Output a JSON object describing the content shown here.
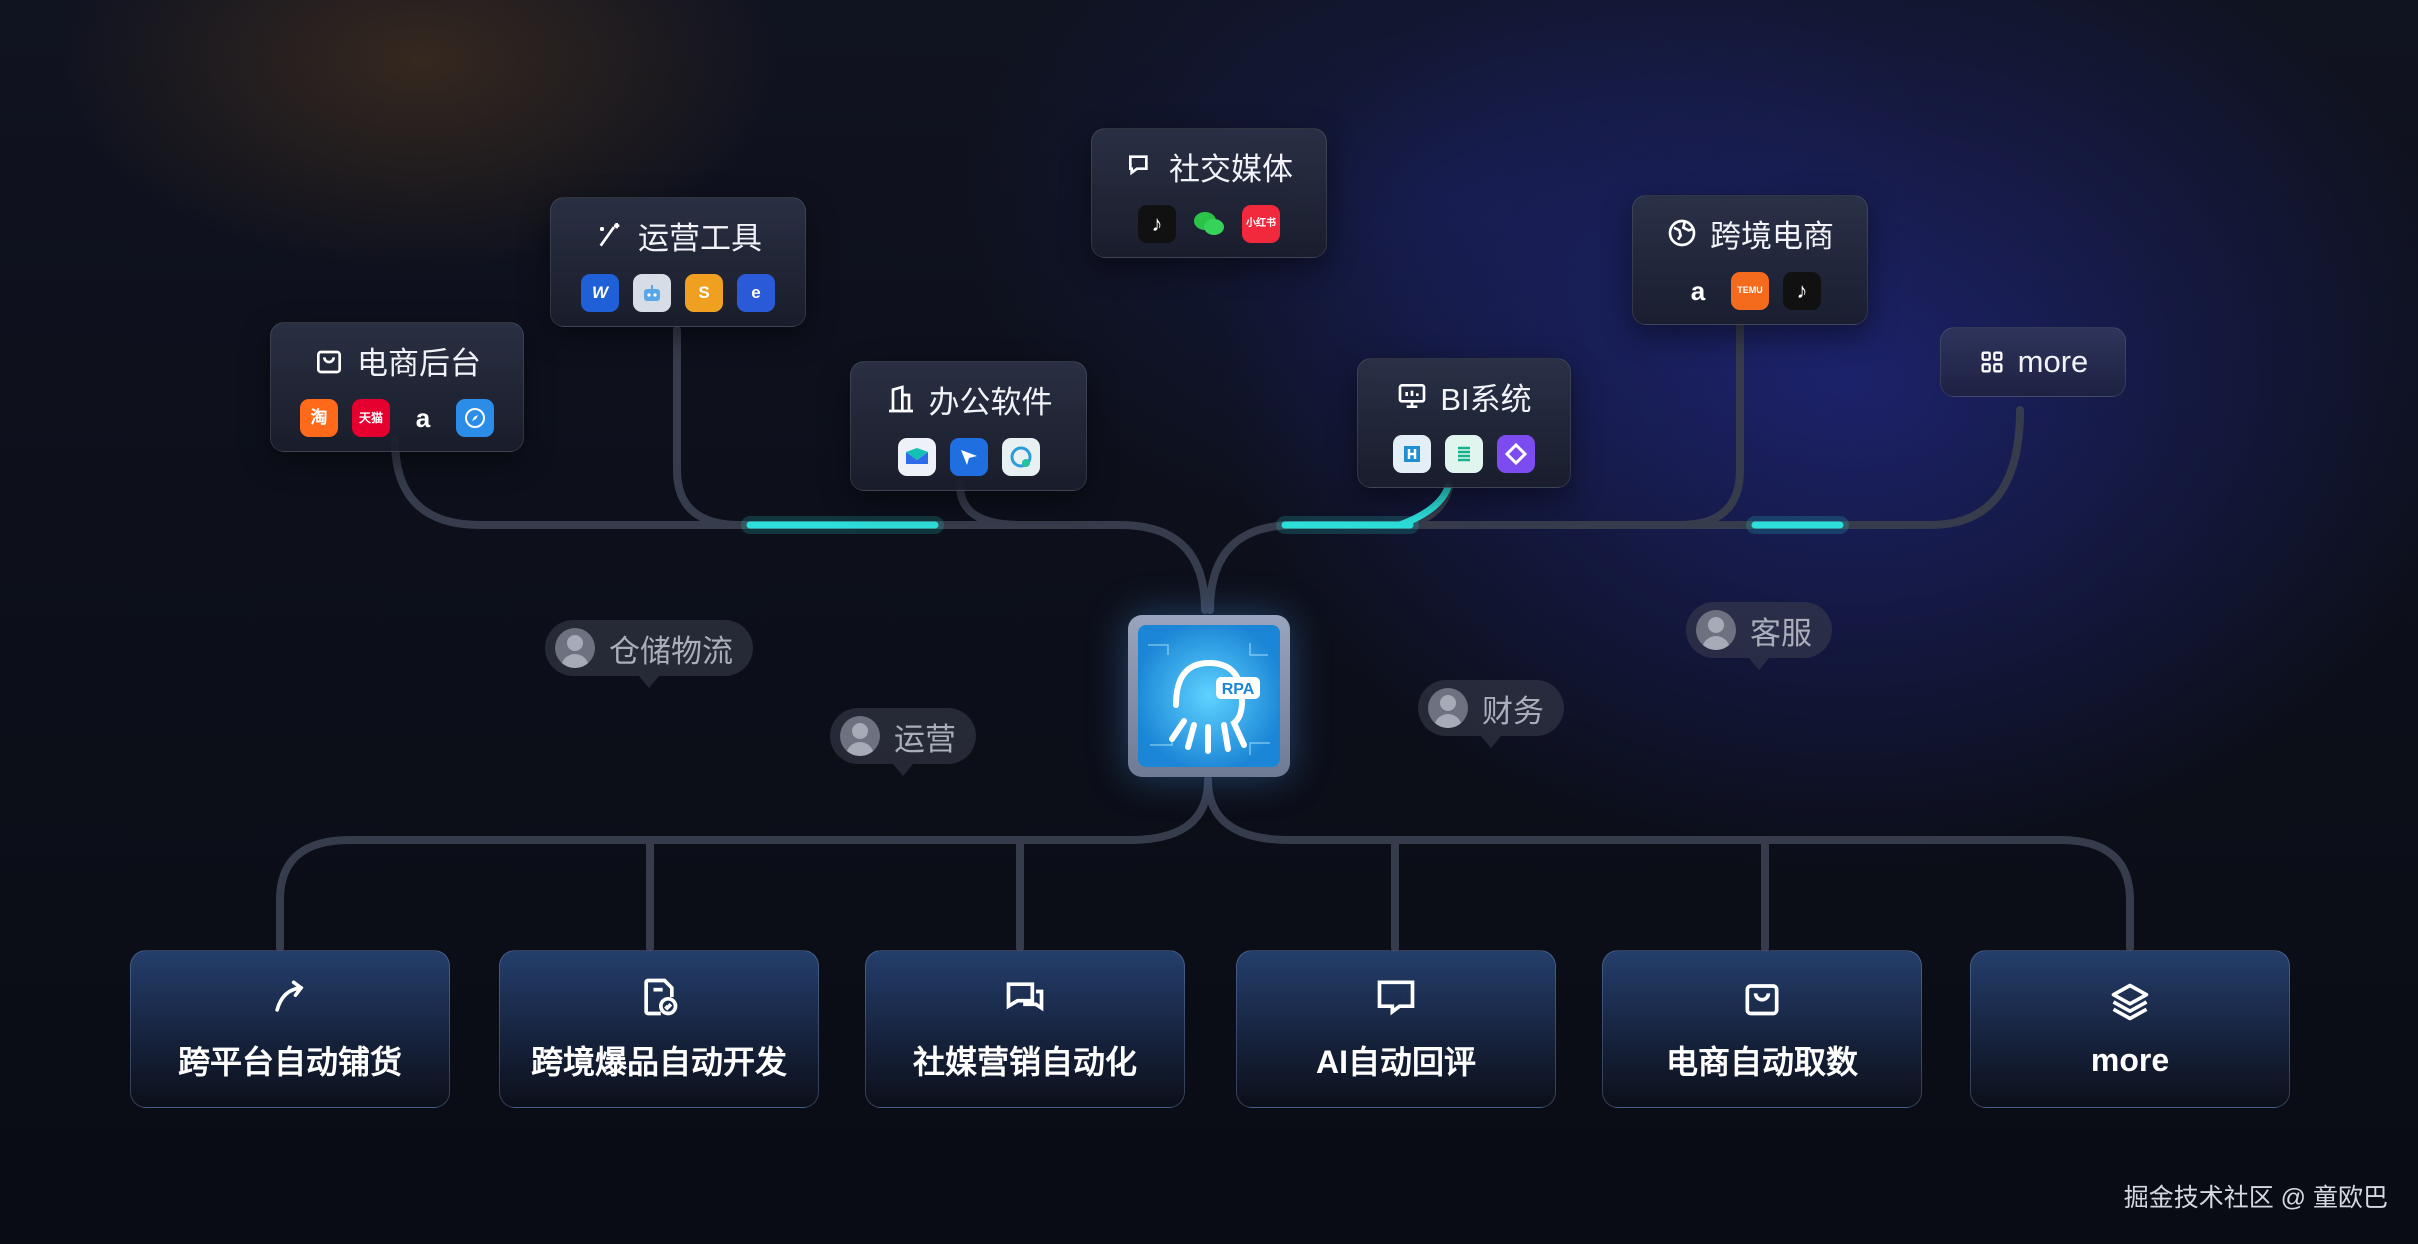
{
  "top_categories": {
    "ecommerce_backend": {
      "title": "电商后台",
      "apps": [
        {
          "name": "taobao",
          "text": "淘"
        },
        {
          "name": "tmall",
          "text": "天猫"
        },
        {
          "name": "amazon",
          "text": "a"
        },
        {
          "name": "compass",
          "text": ""
        }
      ]
    },
    "ops_tools": {
      "title": "运营工具",
      "apps": [
        {
          "name": "app-w",
          "text": "W"
        },
        {
          "name": "robot",
          "text": ""
        },
        {
          "name": "app-s",
          "text": "S"
        },
        {
          "name": "app-e",
          "text": "e"
        }
      ]
    },
    "social_media": {
      "title": "社交媒体",
      "apps": [
        {
          "name": "tiktok",
          "text": "♪"
        },
        {
          "name": "wechat",
          "text": ""
        },
        {
          "name": "xiaohongshu",
          "text": "小红书"
        }
      ]
    },
    "office_software": {
      "title": "办公软件",
      "apps": [
        {
          "name": "app-blue",
          "text": ""
        },
        {
          "name": "feishu",
          "text": ""
        },
        {
          "name": "app-chat",
          "text": ""
        }
      ]
    },
    "bi_system": {
      "title": "BI系统",
      "apps": [
        {
          "name": "app-bi1",
          "text": ""
        },
        {
          "name": "app-bi2",
          "text": ""
        },
        {
          "name": "app-bi3",
          "text": ""
        }
      ]
    },
    "cross_border": {
      "title": "跨境电商",
      "apps": [
        {
          "name": "amazon",
          "text": "a"
        },
        {
          "name": "temu",
          "text": "TEMU"
        },
        {
          "name": "tiktok",
          "text": "♪"
        }
      ]
    },
    "more": {
      "title": "more"
    }
  },
  "roles": {
    "warehouse": "仓储物流",
    "operations": "运营",
    "finance": "财务",
    "customer_service": "客服"
  },
  "hub": {
    "label": "RPA"
  },
  "scenarios": [
    {
      "label": "跨平台自动铺货",
      "icon": "arrow-curve-icon"
    },
    {
      "label": "跨境爆品自动开发",
      "icon": "doc-check-icon"
    },
    {
      "label": "社媒营销自动化",
      "icon": "chat-bubbles-icon"
    },
    {
      "label": "AI自动回评",
      "icon": "message-dots-icon"
    },
    {
      "label": "电商自动取数",
      "icon": "shopping-bag-icon"
    },
    {
      "label": "more",
      "icon": "layers-icon"
    }
  ],
  "watermark": "掘金技术社区 @ 童欧巴",
  "colors": {
    "accent_cyan": "#2ee6e0",
    "accent_orange": "#ff9a4a",
    "hub_blue": "#3fb6f2"
  }
}
